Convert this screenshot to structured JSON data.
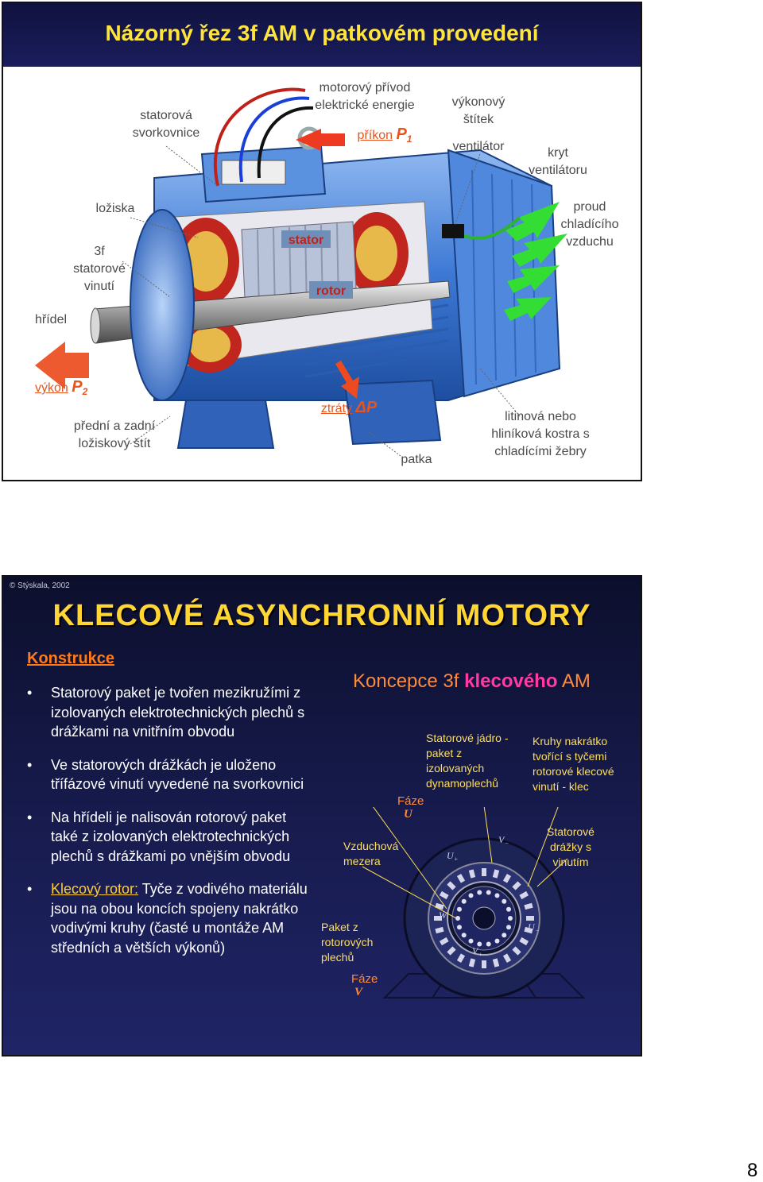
{
  "slide1": {
    "title": "Názorný řez 3f AM v patkovém provedení",
    "labels": {
      "svorkovnice_1": "statorová",
      "svorkovnice_2": "svorkovnice",
      "privod_1": "motorový přívod",
      "privod_2": "elektrické energie",
      "prikon": "příkon",
      "prikon_sym": "P",
      "prikon_sub": "1",
      "stitek_1": "výkonový",
      "stitek_2": "štítek",
      "ventilator": "ventilátor",
      "kryt_1": "kryt",
      "kryt_2": "ventilátoru",
      "loziska": "ložiska",
      "proud_1": "proud",
      "proud_2": "chladícího",
      "proud_3": "vzduchu",
      "vinuti_1": "3f",
      "vinuti_2": "statorové",
      "vinuti_3": "vinutí",
      "stator": "stator",
      "rotor": "rotor",
      "hridel": "hřídel",
      "vykon": "výkon",
      "vykon_sym": "P",
      "vykon_sub": "2",
      "stit_1": "přední a zadní",
      "stit_2": "ložiskový štít",
      "ztraty": "ztráty",
      "ztraty_sym": "ΔP",
      "patka": "patka",
      "kostra_1": "litinová nebo",
      "kostra_2": "hliníková kostra s",
      "kostra_3": "chladícími žebry"
    },
    "colors": {
      "title": "#ffe43a",
      "accent": "#e8541c",
      "label": "#4a4a4a"
    }
  },
  "slide2": {
    "copyright": "© Stýskala, 2002",
    "title": "KLECOVÉ  ASYNCHRONNÍ  MOTORY",
    "section": "Konstrukce",
    "bullets": [
      "Statorový paket je tvořen mezikružími z izolovaných elektrotechnických plechů s drážkami na vnitřním obvodu",
      "Ve statorových drážkách je uloženo třífázové vinutí vyvedené na svorkovnici",
      "Na hřídeli je nalisován rotorový paket také z izolovaných elektrotechnických plechů s drážkami po vnějším obvodu"
    ],
    "last_bullet_lead": "Klecový rotor:",
    "last_bullet_rest": " Tyče z vodivého materiálu jsou na obou koncích spojeny nakrátko vodivými kruhy (časté u montáže AM středních a větších výkonů)",
    "concept_pre": "Koncepce 3f ",
    "concept_bold": "klecového",
    "concept_post": " AM",
    "labels": {
      "jadro": "Statorové jádro - paket z izolovaných dynamoplechů",
      "kruhy": "Kruhy nakrátko tvořící s tyčemi rotorové klecové vinutí - klec",
      "faze_u_1": "Fáze",
      "faze_u_2": "U",
      "mezera": "Vzduchová mezera",
      "drazky": "Statorové drážky s vinutím",
      "paket": "Paket z rotorových plechů",
      "faze_v_1": "Fáze",
      "faze_v_2": "V"
    },
    "diagram_marks": {
      "u_plus": "U+",
      "u_minus": "U-",
      "v_plus": "V+",
      "v_minus": "V-",
      "w_plus": "W+",
      "w_minus": "W-"
    }
  },
  "page_number": "8"
}
